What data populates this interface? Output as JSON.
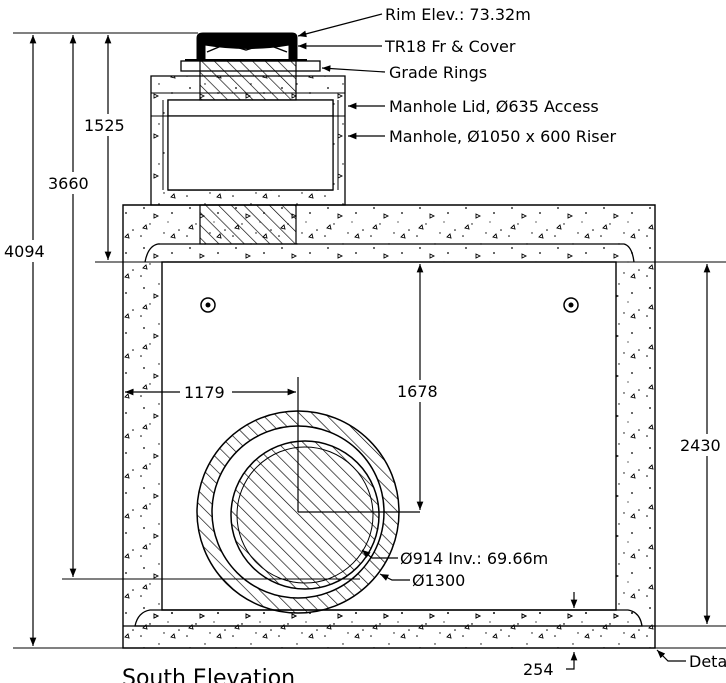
{
  "diagram": {
    "callouts": {
      "rim_elev": "Rim Elev.: 73.32m",
      "frame_cover": "TR18 Fr & Cover",
      "grade_rings": "Grade Rings",
      "manhole_lid": "Manhole Lid, Ø635 Access",
      "manhole_riser": "Manhole, Ø1050 x 600 Riser",
      "pipe_invert": "Ø914 Inv.: 69.66m",
      "pipe_outer": "Ø1300",
      "detail": "Deta"
    },
    "dimensions": {
      "total_height": "4094",
      "height_to_invert": "3660",
      "riser_height": "1525",
      "chamber_height": "2430",
      "pipe_offset_x": "1179",
      "pipe_centre_depth": "1678",
      "base_slab": "254"
    },
    "view_title": "South Elevation"
  }
}
